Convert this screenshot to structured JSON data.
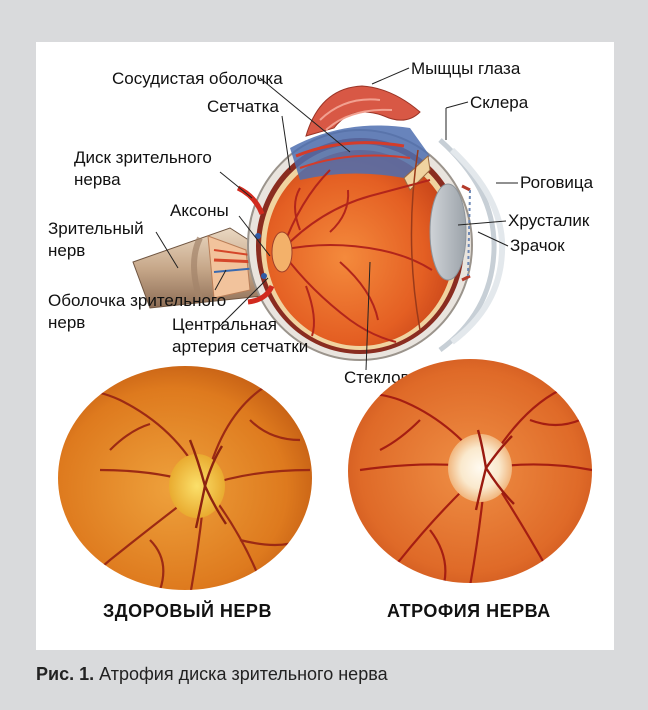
{
  "labels": {
    "muscles": "Мыщцы глаза",
    "choroid": "Сосудистая оболочка",
    "sclera": "Склера",
    "retina": "Сетчатка",
    "optic_disc_1": "Диск зрительного",
    "optic_disc_2": "нерва",
    "cornea": "Роговица",
    "axons": "Аксоны",
    "lens": "Хрусталик",
    "optic_nerve_1": "Зрительный",
    "optic_nerve_2": "нерв",
    "pupil": "Зрачок",
    "sheath_1": "Оболочка зрительного",
    "sheath_2": "нерв",
    "artery_1": "Центральная",
    "artery_2": "артерия сетчатки",
    "vitreous": "Стекловидное тело"
  },
  "photos": {
    "healthy": "ЗДОРОВЫЙ НЕРВ",
    "atrophy": "АТРОФИЯ НЕРВА"
  },
  "caption": {
    "prefix": "Рис. 1.",
    "text": "Атрофия диска зрительного нерва"
  },
  "colors": {
    "background": "#d9dadc",
    "panel": "#ffffff",
    "eye_interior": "#e8672a",
    "fundus": "#e07d20",
    "disc_healthy": "#f3c247",
    "disc_atrophy": "#fbeed7"
  }
}
